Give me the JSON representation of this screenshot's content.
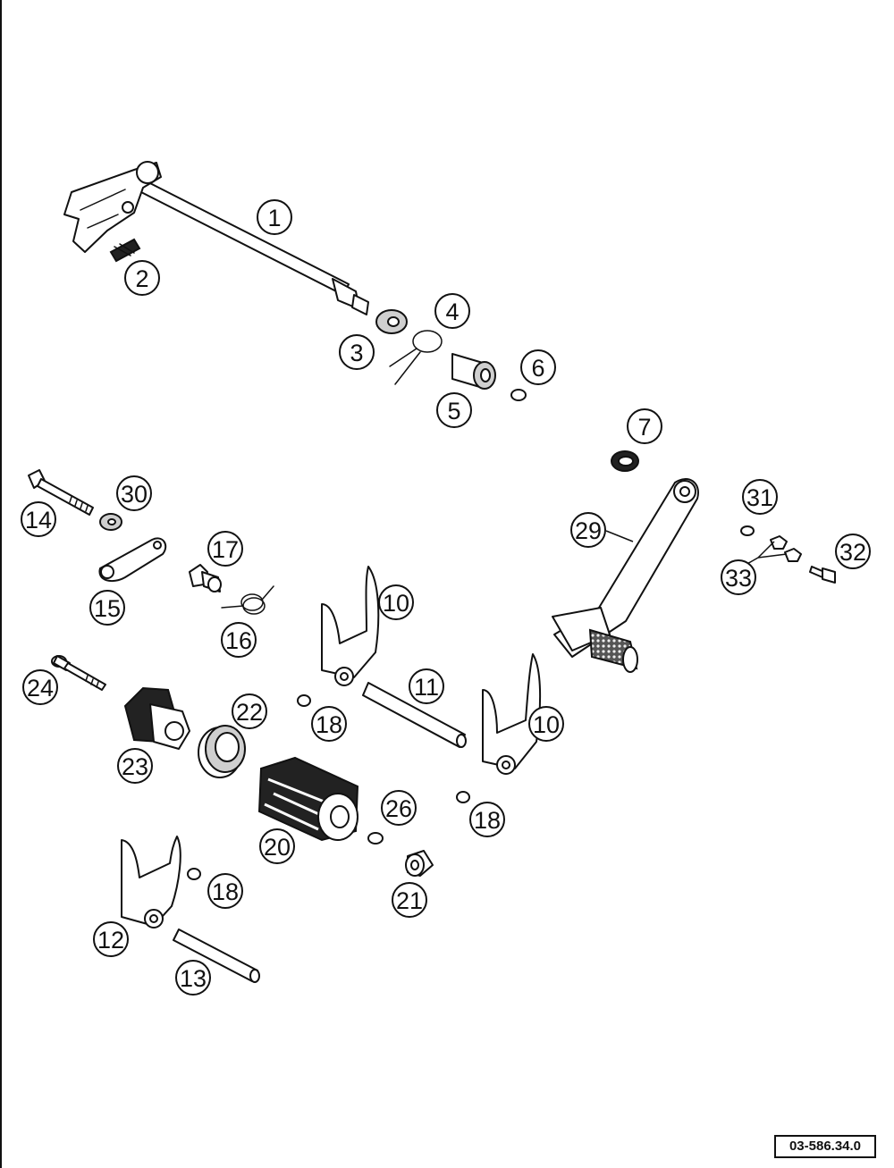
{
  "diagram": {
    "reference_code": "03-586.34.0",
    "callouts": {
      "c1": "1",
      "c2": "2",
      "c3": "3",
      "c4": "4",
      "c5": "5",
      "c6": "6",
      "c7": "7",
      "c10a": "10",
      "c10b": "10",
      "c11": "11",
      "c12": "12",
      "c13": "13",
      "c14": "14",
      "c15": "15",
      "c16": "16",
      "c17": "17",
      "c18a": "18",
      "c18b": "18",
      "c18c": "18",
      "c20": "20",
      "c21": "21",
      "c22": "22",
      "c23": "23",
      "c24": "24",
      "c26": "26",
      "c29": "29",
      "c30": "30",
      "c31": "31",
      "c32": "32",
      "c33": "33"
    }
  }
}
